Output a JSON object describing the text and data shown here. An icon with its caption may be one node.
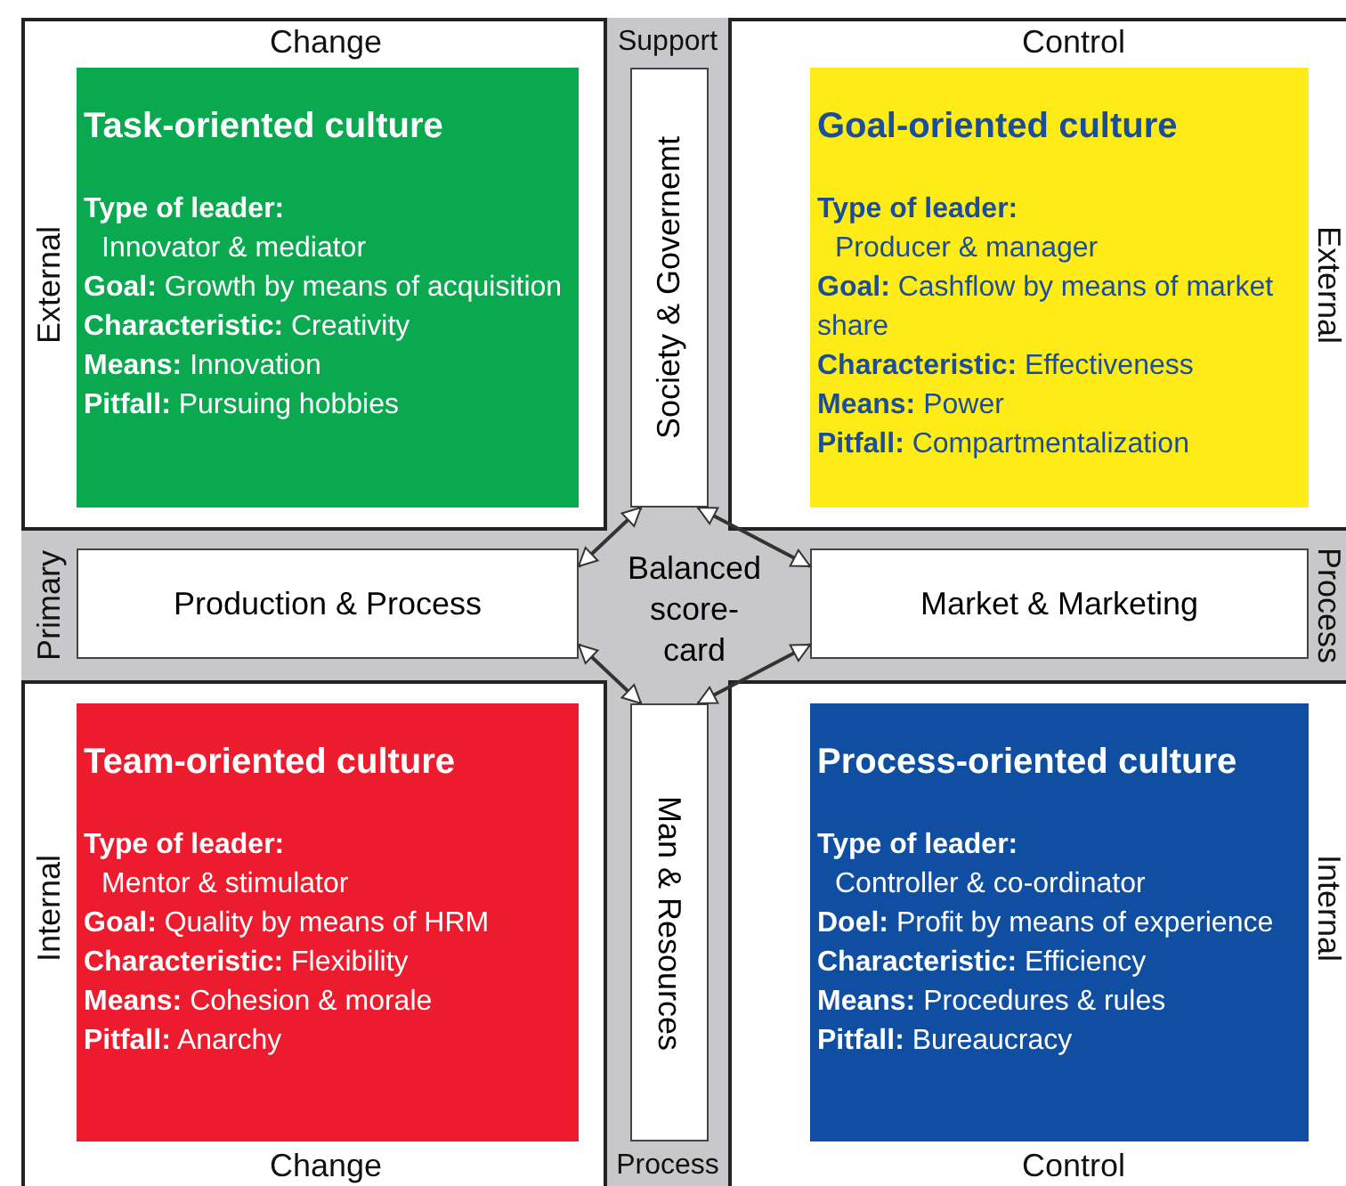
{
  "diagram": {
    "nodes": [
      {
        "text": [
          "Task-oriented culture",
          "**Type of leader:** Innovator & mediator",
          "**Goal:** Growth by means of acquisition",
          "**Characteristic:** Creativity",
          "**Means:** Innovation",
          "**Pitfall:** Pursuing hobbies"
        ]
      },
      {
        "text": [
          "Society & Governemt"
        ]
      },
      {
        "text": [
          "Goal-oriented culture",
          "**Type of leader:** Producer & manager",
          "**Goal:** Cashflow by means of market share",
          "**Characteristic:** Effectiveness",
          "**Means:** Power",
          "**Pitfall:** Compartmentalization"
        ]
      },
      {
        "text": [
          "Production & Process"
        ]
      },
      {
        "text": [
          "Balanced score-card"
        ]
      },
      {
        "text": [
          "Market & Marketing"
        ]
      },
      {
        "text": [
          "Team-oriented culture",
          "**Type of leader:** Mentor & stimulator",
          "**Goal:** Quality by means of HRM",
          "**Characteristic:** Flexibility",
          "**Means:** Cohesion & morale",
          "**Pitfall:** Anarchy"
        ]
      },
      {
        "text": [
          "Man & Resources"
        ]
      },
      {
        "text": [
          "Process-oriented culture",
          "**Type of leader:** Controller & co-ordinator",
          "**Doel:** Profit by means of experience",
          "**Characteristic:** Efficiency",
          "**Means:** Procedures & rules",
          "**Pitfall:** Bureaucracy"
        ]
      }
    ],
    "edges": [
      {
        "from": 3,
        "to": 1,
        "arrow": "both"
      },
      {
        "from": 1,
        "to": 5,
        "arrow": "both"
      },
      {
        "from": 3,
        "to": 7,
        "arrow": "both"
      },
      {
        "from": 5,
        "to": 7,
        "arrow": "both"
      }
    ],
    "labels": [
      "Change",
      "Support",
      "Control",
      "External",
      "External",
      "Primary",
      "Process",
      "Internal",
      "Internal",
      "Change",
      "Process",
      "Control"
    ]
  }
}
